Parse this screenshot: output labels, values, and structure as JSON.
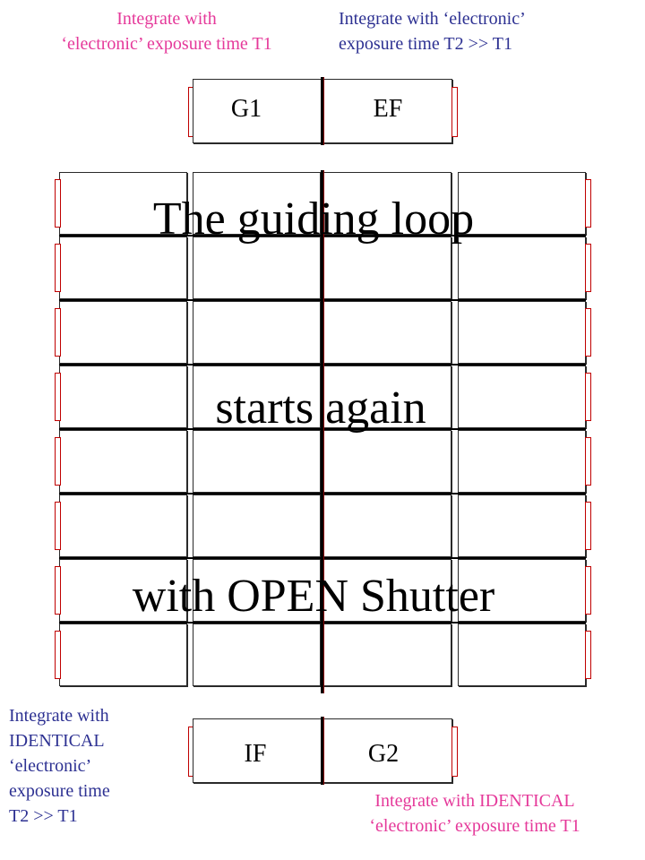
{
  "annotations": {
    "top_left": [
      "Integrate with",
      "‘electronic’ exposure time T1"
    ],
    "top_right": [
      "Integrate with ‘electronic’",
      "exposure time T2 >> T1"
    ],
    "bottom_left": [
      "Integrate with",
      "IDENTICAL",
      "‘electronic’",
      "exposure time",
      "T2 >> T1"
    ],
    "bottom_right": [
      "Integrate with IDENTICAL",
      "‘electronic’ exposure time T1"
    ]
  },
  "labels": {
    "top_left_cell": "G1",
    "top_right_cell": "EF",
    "bottom_left_cell": "IF",
    "bottom_right_cell": "G2"
  },
  "overlay": {
    "line1": "The guiding loop",
    "line2": "starts again",
    "line3": "with OPEN Shutter"
  },
  "colors": {
    "pink_text": "#e5399a",
    "blue_text": "#2d3192",
    "tab_red": "#c00000"
  }
}
